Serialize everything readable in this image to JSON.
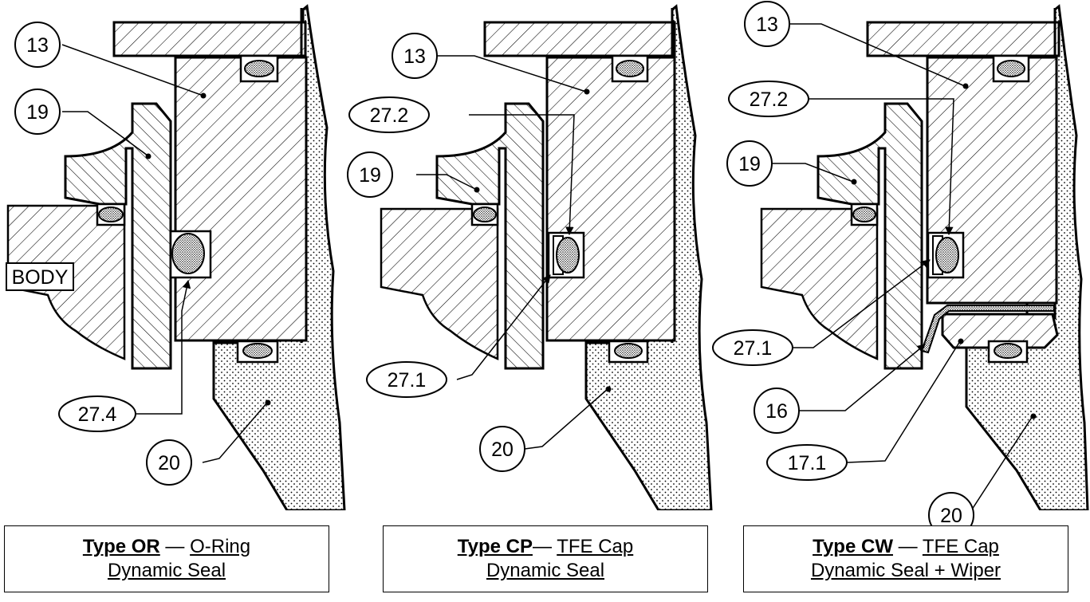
{
  "panels": [
    {
      "labels": {
        "a": "13",
        "b": "19",
        "c": "27.4",
        "d": "20",
        "body": "BODY"
      },
      "caption": {
        "type": "Type OR",
        "dash": " — ",
        "name": "O-Ring",
        "line2": "Dynamic Seal"
      }
    },
    {
      "labels": {
        "a": "13",
        "b": "27.2",
        "c": "19",
        "d": "27.1",
        "e": "20"
      },
      "caption": {
        "type": "Type CP",
        "dash": "— ",
        "name": "TFE Cap",
        "line2": "Dynamic Seal"
      }
    },
    {
      "labels": {
        "a": "13",
        "b": "27.2",
        "c": "19",
        "d": "27.1",
        "e": "16",
        "f": "17.1",
        "g": "20"
      },
      "caption": {
        "type": "Type CW",
        "dash": " — ",
        "name": "TFE Cap",
        "line2": "Dynamic Seal + Wiper"
      }
    }
  ]
}
